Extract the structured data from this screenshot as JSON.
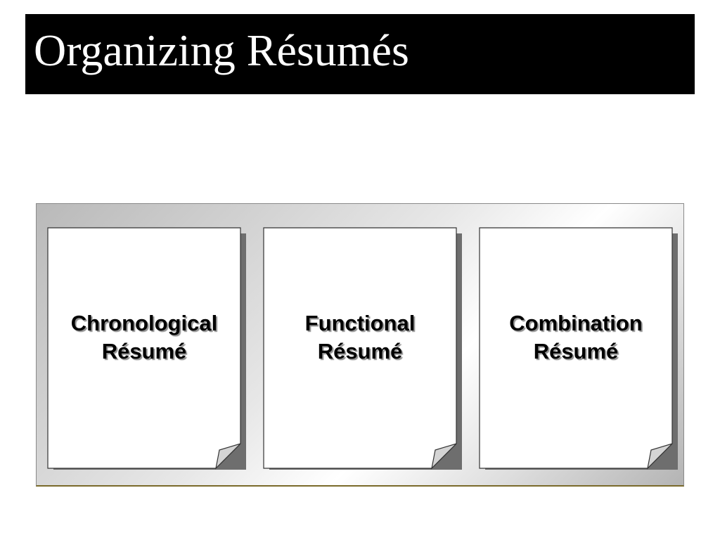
{
  "slide": {
    "title": "Organizing Résumés"
  },
  "diagram": {
    "documents": [
      {
        "line1": "Chronological",
        "line2": "Résumé"
      },
      {
        "line1": "Functional",
        "line2": "Résumé"
      },
      {
        "line1": "Combination",
        "line2": "Résumé"
      }
    ]
  },
  "colors": {
    "title_background": "#000000",
    "title_text": "#ffffff",
    "document_fill": "#ffffff",
    "document_shadow": "#6e6e6e"
  }
}
